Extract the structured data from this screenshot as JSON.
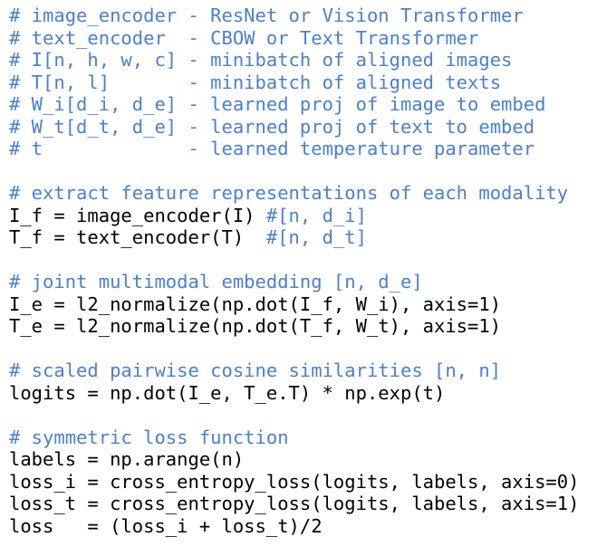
{
  "colors": {
    "comment": "#4a7fd4",
    "code": "#000000",
    "background": "#ffffff"
  },
  "lines": [
    {
      "code": "",
      "comment": "# image_encoder - ResNet or Vision Transformer"
    },
    {
      "code": "",
      "comment": "# text_encoder  - CBOW or Text Transformer"
    },
    {
      "code": "",
      "comment": "# I[n, h, w, c] - minibatch of aligned images"
    },
    {
      "code": "",
      "comment": "# T[n, l]       - minibatch of aligned texts"
    },
    {
      "code": "",
      "comment": "# W_i[d_i, d_e] - learned proj of image to embed"
    },
    {
      "code": "",
      "comment": "# W_t[d_t, d_e] - learned proj of text to embed"
    },
    {
      "code": "",
      "comment": "# t             - learned temperature parameter"
    },
    {
      "code": "",
      "comment": ""
    },
    {
      "code": "",
      "comment": "# extract feature representations of each modality"
    },
    {
      "code": "I_f = image_encoder(I) ",
      "comment": "#[n, d_i]"
    },
    {
      "code": "T_f = text_encoder(T)  ",
      "comment": "#[n, d_t]"
    },
    {
      "code": "",
      "comment": ""
    },
    {
      "code": "",
      "comment": "# joint multimodal embedding [n, d_e]"
    },
    {
      "code": "I_e = l2_normalize(np.dot(I_f, W_i), axis=1)",
      "comment": ""
    },
    {
      "code": "T_e = l2_normalize(np.dot(T_f, W_t), axis=1)",
      "comment": ""
    },
    {
      "code": "",
      "comment": ""
    },
    {
      "code": "",
      "comment": "# scaled pairwise cosine similarities [n, n]"
    },
    {
      "code": "logits = np.dot(I_e, T_e.T) * np.exp(t)",
      "comment": ""
    },
    {
      "code": "",
      "comment": ""
    },
    {
      "code": "",
      "comment": "# symmetric loss function"
    },
    {
      "code": "labels = np.arange(n)",
      "comment": ""
    },
    {
      "code": "loss_i = cross_entropy_loss(logits, labels, axis=0)",
      "comment": ""
    },
    {
      "code": "loss_t = cross_entropy_loss(logits, labels, axis=1)",
      "comment": ""
    },
    {
      "code": "loss   = (loss_i + loss_t)/2",
      "comment": ""
    }
  ]
}
